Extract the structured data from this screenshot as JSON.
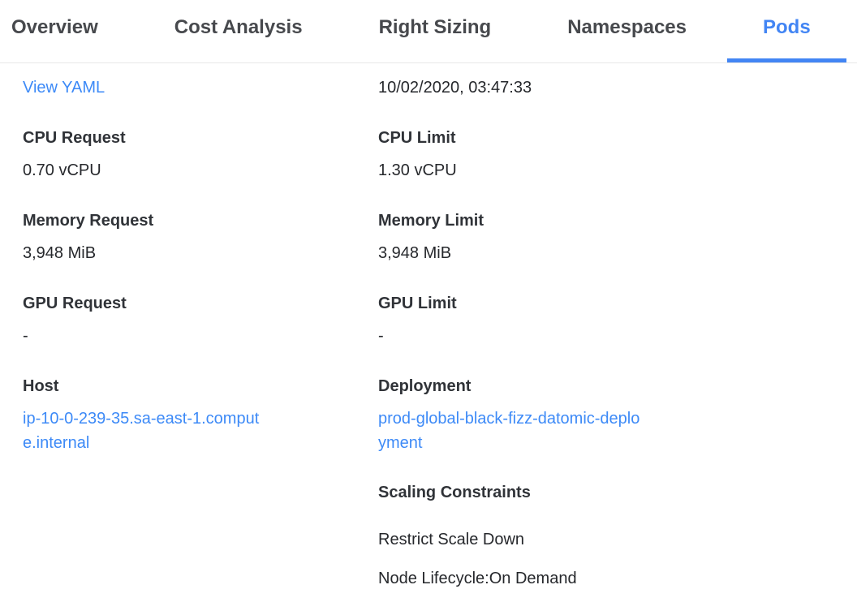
{
  "colors": {
    "accent": "#4285f4",
    "link": "#3d8af7",
    "tab-inactive": "#47494d",
    "label": "#303338",
    "value": "#26282c",
    "divider": "#e8e8e8"
  },
  "tabs": [
    {
      "label": "Overview",
      "active": false
    },
    {
      "label": "Cost Analysis",
      "active": false
    },
    {
      "label": "Right Sizing",
      "active": false
    },
    {
      "label": "Namespaces",
      "active": false
    },
    {
      "label": "Pods",
      "active": true
    }
  ],
  "pod_details": {
    "view_yaml_link": "View YAML",
    "created_timestamp": "10/02/2020, 03:47:33",
    "cpu_request": {
      "label": "CPU Request",
      "value": "0.70 vCPU"
    },
    "cpu_limit": {
      "label": "CPU Limit",
      "value": "1.30 vCPU"
    },
    "memory_request": {
      "label": "Memory Request",
      "value": "3,948 MiB"
    },
    "memory_limit": {
      "label": "Memory Limit",
      "value": "3,948 MiB"
    },
    "gpu_request": {
      "label": "GPU Request",
      "value": "-"
    },
    "gpu_limit": {
      "label": "GPU Limit",
      "value": "-"
    },
    "host": {
      "label": "Host",
      "value": "ip-10-0-239-35.sa-east-1.compute.internal"
    },
    "deployment": {
      "label": "Deployment",
      "value": "prod-global-black-fizz-datomic-deployment"
    }
  },
  "scaling_constraints": {
    "title": "Scaling Constraints",
    "items": [
      "Restrict Scale Down",
      "Node Lifecycle:On Demand"
    ]
  }
}
